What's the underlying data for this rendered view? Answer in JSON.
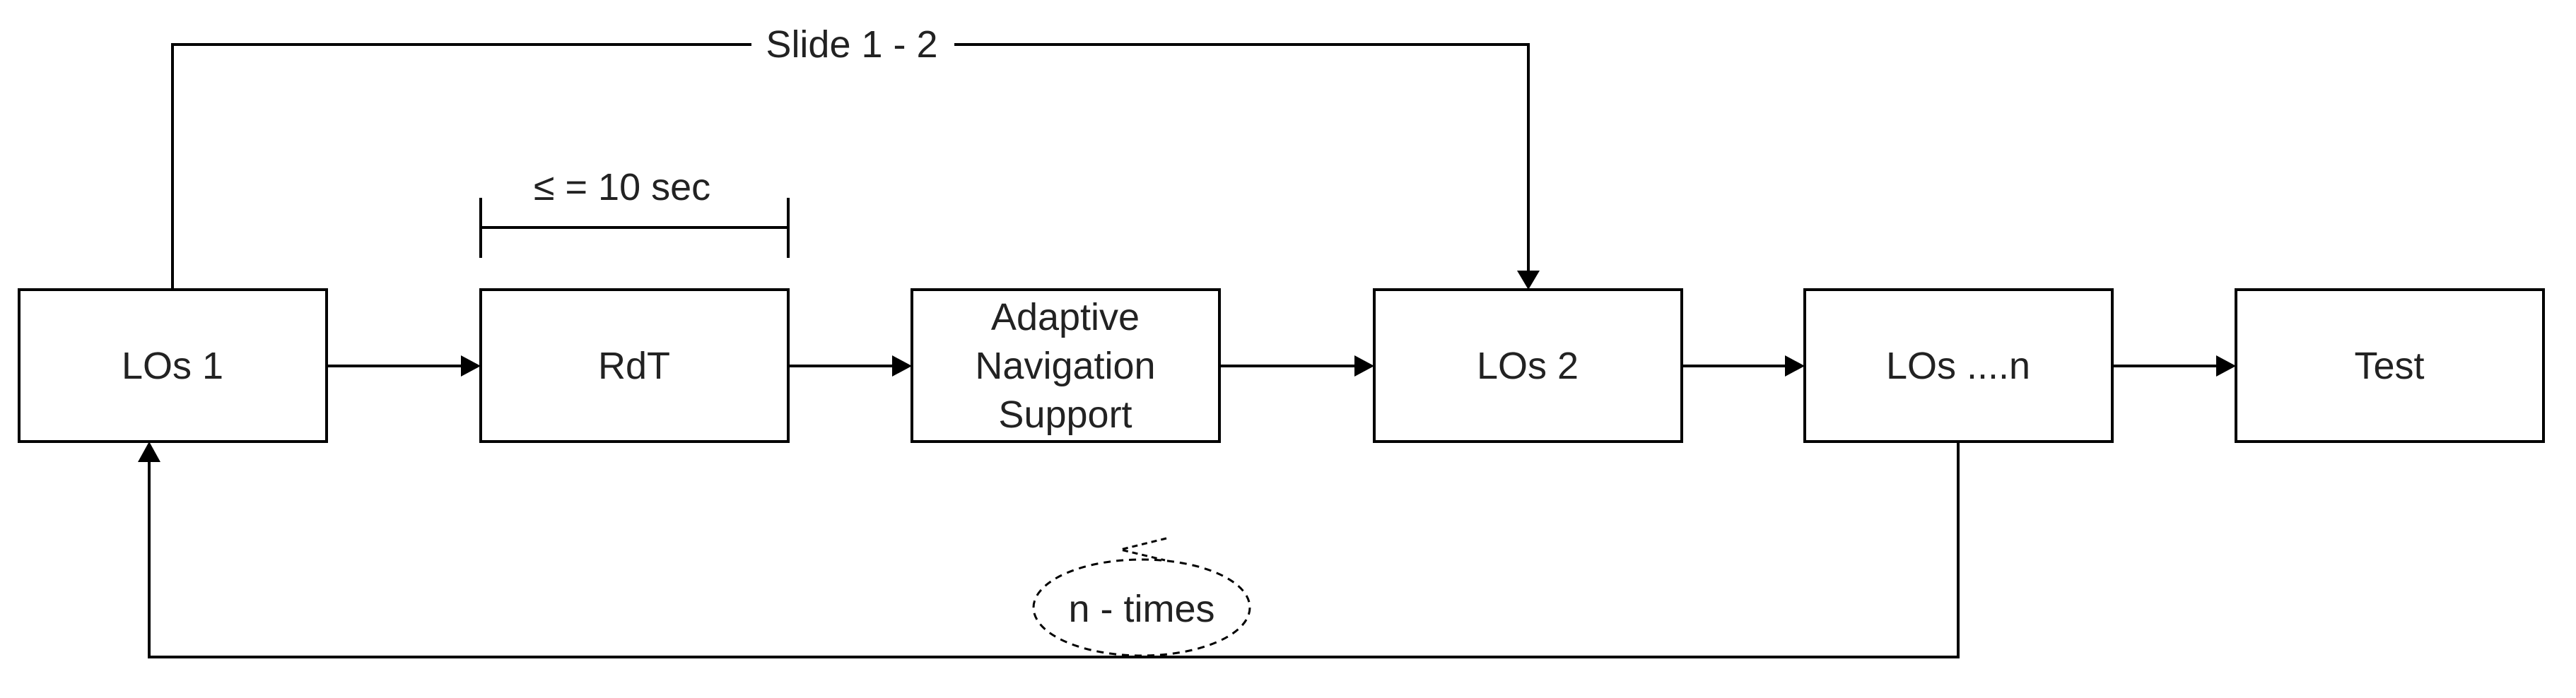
{
  "nodes": {
    "los1": {
      "label": "LOs 1"
    },
    "rdt": {
      "label": "RdT"
    },
    "adaptive": {
      "lines": [
        "Adaptive",
        "Navigation",
        "Support"
      ]
    },
    "los2": {
      "label": "LOs 2"
    },
    "losn": {
      "label": "LOs ....n"
    },
    "test": {
      "label": "Test"
    }
  },
  "edges": {
    "slide_label": "Slide 1 - 2",
    "duration_label": "≤ = 10 sec",
    "loop_label": "n - times"
  },
  "colors": {
    "stroke": "#000000",
    "text": "#222222",
    "background": "#ffffff"
  }
}
